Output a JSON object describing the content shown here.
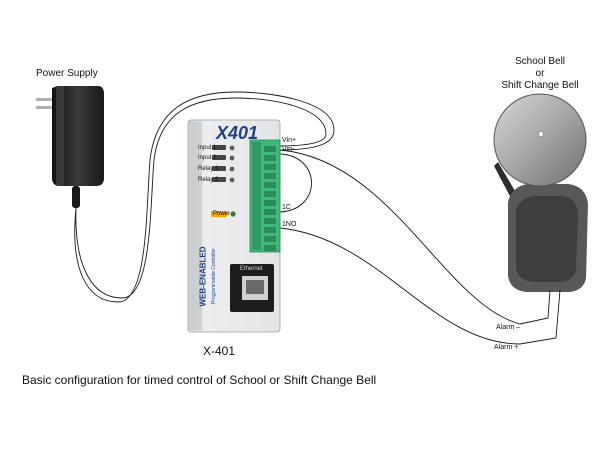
{
  "labels": {
    "power_supply": "Power Supply",
    "bell_line1": "School Bell",
    "bell_line2": "or",
    "bell_line3": "Shift Change Bell",
    "device_name": "X-401",
    "caption": "Basic configuration for timed control of School or Shift Change Bell"
  },
  "device": {
    "logo": "X401",
    "brand_line1": "WEB-ENABLED",
    "brand_line2": "Programmable Controller",
    "ethernet_label": "Ethernet",
    "indicators": [
      "Input 1",
      "Input 2",
      "Relay 1",
      "Relay 2"
    ],
    "power_indicator": "Power"
  },
  "terminals": {
    "vin_plus": "Vin+",
    "vin_minus": "Vin-",
    "relay_c": "1C",
    "relay_no": "1NO"
  },
  "wires": {
    "alarm_minus": "Alarm –",
    "alarm_plus": "Alarm +"
  },
  "colors": {
    "terminal_green": "#3cb878",
    "power_led": "#f0a800",
    "device_body": "#e6e8ea",
    "bell_dome": "#a8a8a8",
    "bell_base": "#555555",
    "adapter": "#2a2a2a"
  }
}
